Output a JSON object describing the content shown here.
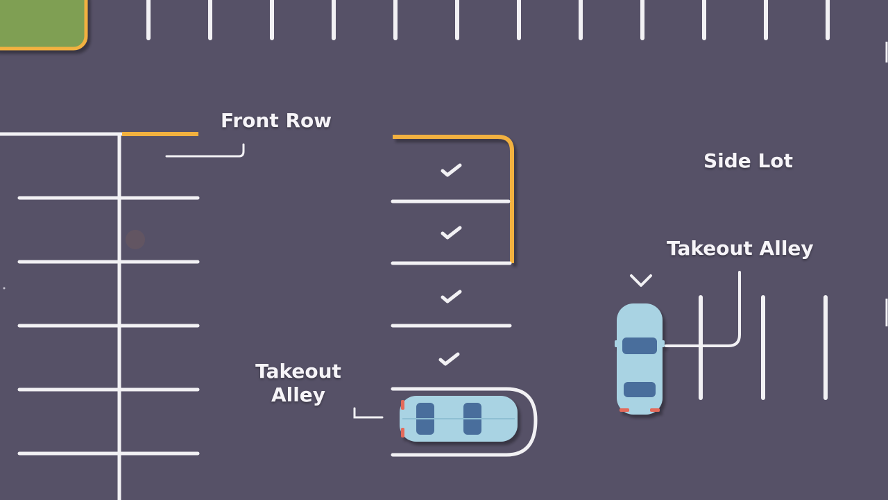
{
  "labels": {
    "front_row": "Front Row",
    "side_lot": "Side Lot",
    "takeout_alley_right": "Takeout Alley",
    "takeout_alley_left_line1": "Takeout",
    "takeout_alley_left_line2": "Alley"
  },
  "colors": {
    "asphalt": "#565167",
    "line_white": "#f2f1f4",
    "curb_orange": "#f2b13f",
    "grass": "#7f9f52",
    "car_body": "#a9d3e3",
    "car_window": "#4a6e9c"
  },
  "icons": {
    "reserved_spot": "checkmark-icon",
    "direction": "chevron-down-icon",
    "vehicle": "car-icon"
  }
}
